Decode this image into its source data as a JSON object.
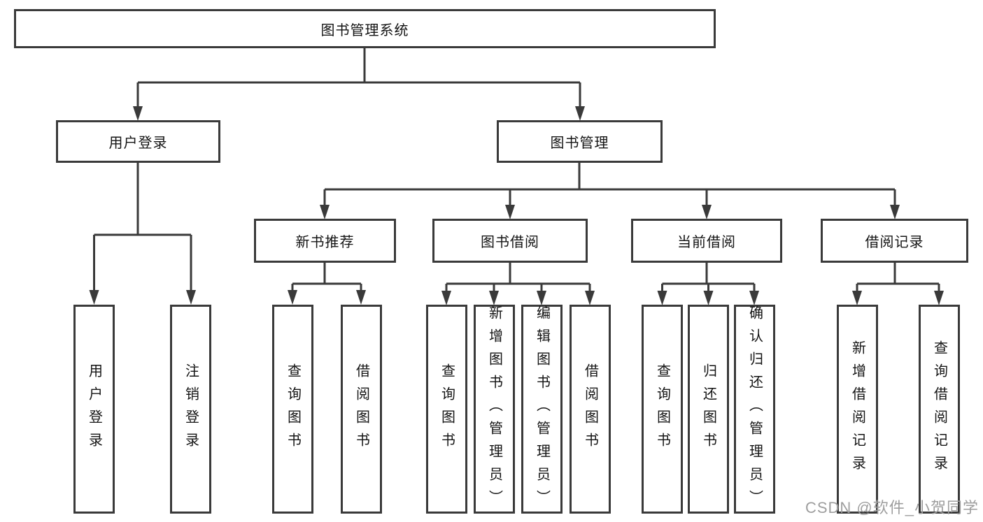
{
  "diagram": {
    "title": "图书管理系统",
    "root": {
      "label": "图书管理系统"
    },
    "level2": [
      {
        "id": "user-login",
        "label": "用户登录"
      },
      {
        "id": "book-management",
        "label": "图书管理"
      }
    ],
    "level3": [
      {
        "id": "new-book-recommend",
        "label": "新书推荐",
        "parent": "book-management"
      },
      {
        "id": "book-borrowing",
        "label": "图书借阅",
        "parent": "book-management"
      },
      {
        "id": "current-borrowing",
        "label": "当前借阅",
        "parent": "book-management"
      },
      {
        "id": "borrowing-records",
        "label": "借阅记录",
        "parent": "book-management"
      }
    ],
    "leaves": {
      "user_login": [
        "用户登录",
        "注销登录"
      ],
      "new_book": [
        "查询图书",
        "借阅图书"
      ],
      "book_borrow": [
        "查询图书",
        "新增图书（管理员）",
        "编辑图书（管理员）",
        "借阅图书"
      ],
      "current_borrow": [
        "查询图书",
        "归还图书",
        "确认归还（管理员）"
      ],
      "borrow_record": [
        "新增借阅记录",
        "查询借阅记录"
      ]
    }
  },
  "watermark": "CSDN @软件_小贺同学",
  "colors": {
    "line": "#3a3a3a",
    "box_border": "#3a3a3a",
    "text": "#141414",
    "watermark": "#9e9e9e",
    "background": "#ffffff"
  }
}
